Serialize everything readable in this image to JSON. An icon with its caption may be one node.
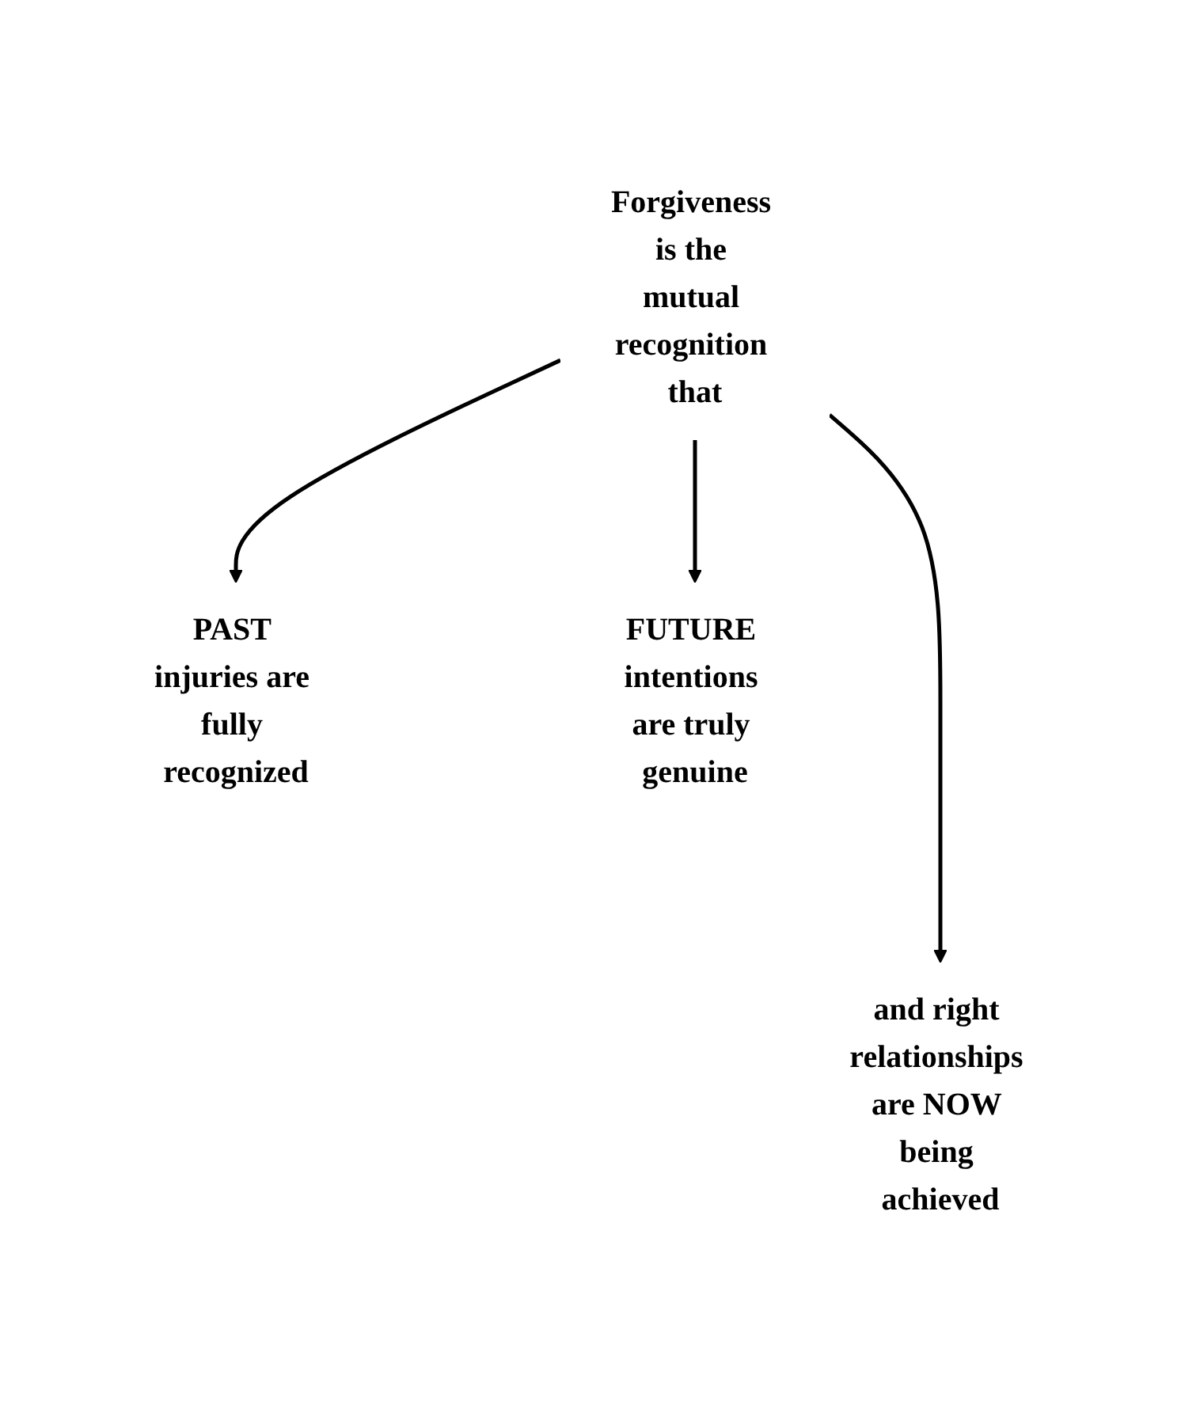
{
  "diagram": {
    "nodes": [
      {
        "text": [
          "Forgiveness is the mutual recognition that"
        ]
      },
      {
        "text": [
          "PAST injuries are fully recognized"
        ]
      },
      {
        "text": [
          "FUTURE intentions are truly genuine"
        ]
      },
      {
        "text": [
          "and right relationships are NOW being achieved"
        ]
      }
    ],
    "edges": [
      {
        "from": 0,
        "to": 1,
        "arrow": "to"
      },
      {
        "from": 0,
        "to": 3,
        "arrow": "to"
      },
      {
        "from": 0,
        "to": 2,
        "arrow": "to"
      }
    ]
  }
}
